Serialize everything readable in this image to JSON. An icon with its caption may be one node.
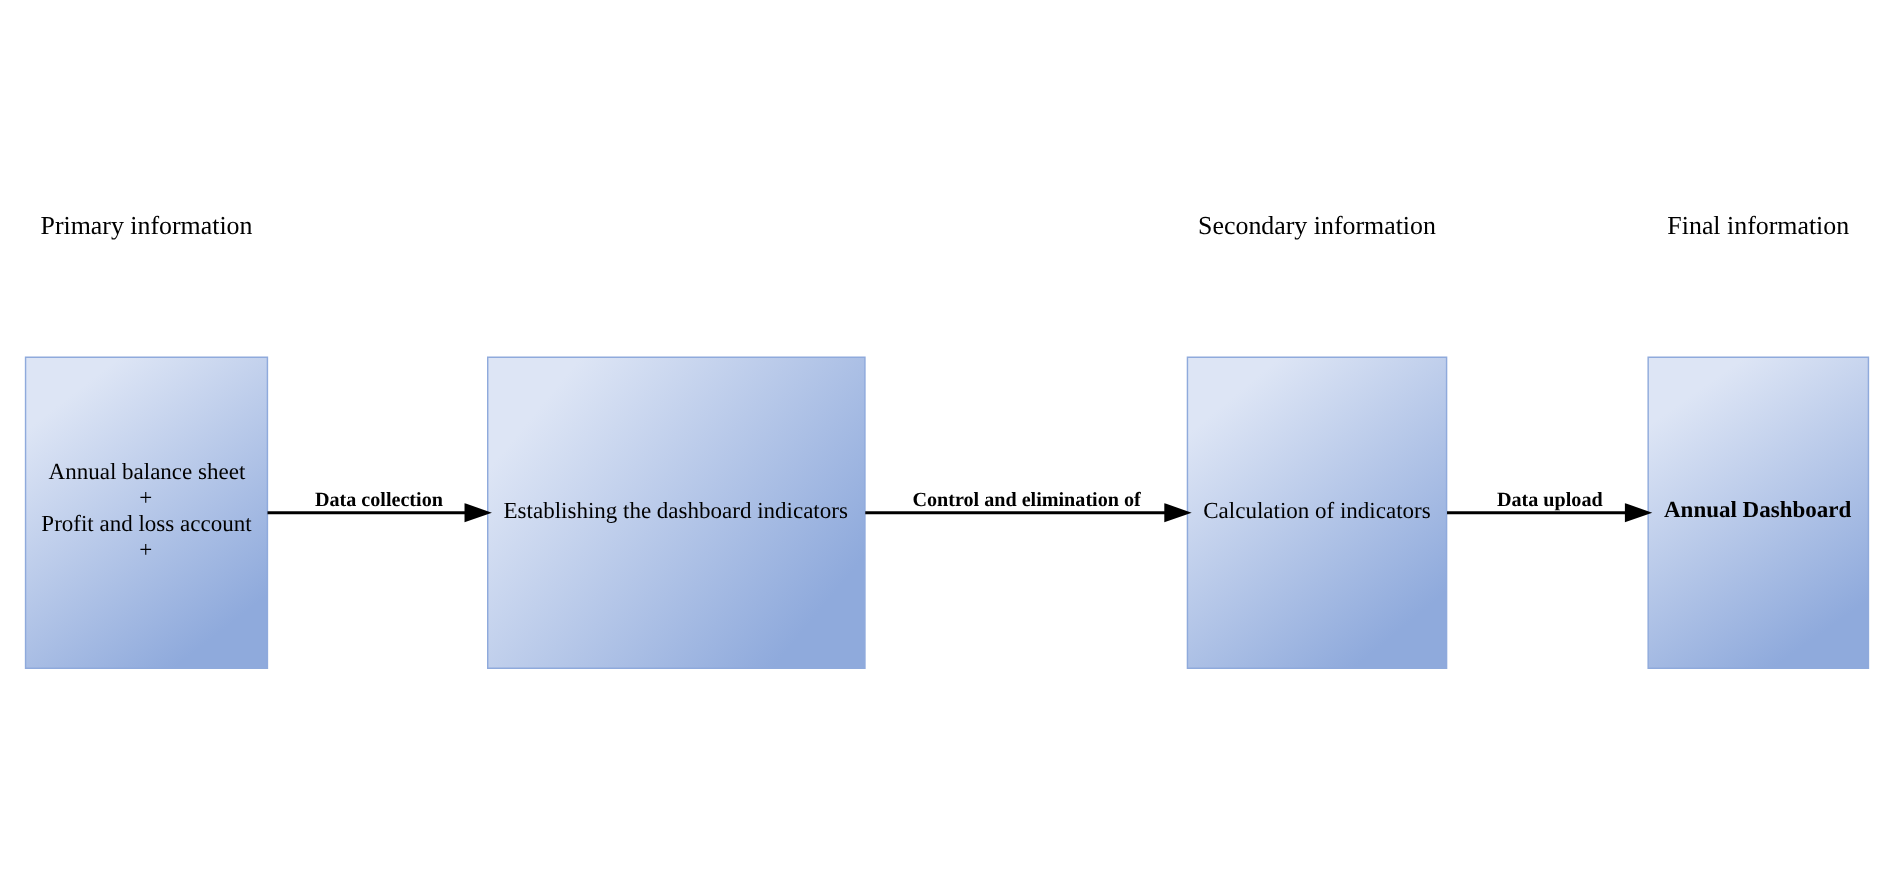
{
  "diagram": {
    "nodes": [
      {
        "text": [
          "Annual balance sheet",
          "+",
          "Profit and loss account",
          "+"
        ]
      },
      {
        "text": [
          "Establishing the dashboard indicators"
        ]
      },
      {
        "text": [
          "Calculation of indicators"
        ]
      },
      {
        "text": [
          "Annual Dashboard"
        ]
      }
    ],
    "edges": [
      {
        "from": 0,
        "to": 1,
        "arrow": "to",
        "label": "Data collection"
      },
      {
        "from": 1,
        "to": 2,
        "arrow": "to",
        "label": "Control and elimination of"
      },
      {
        "from": 2,
        "to": 3,
        "arrow": "to",
        "label": "Data upload"
      }
    ],
    "labels": [
      "Primary information",
      "Secondary information",
      "Final information"
    ]
  }
}
